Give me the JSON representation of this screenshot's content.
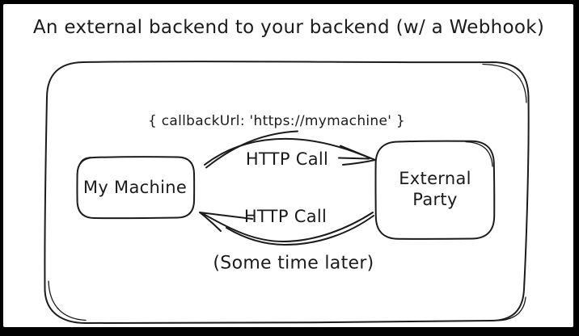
{
  "title": "An external backend to your backend (w/ a Webhook)",
  "colors": {
    "frame": "#000000",
    "paper": "#ffffff",
    "ink": "#1b1b1b"
  },
  "diagram": {
    "payload": "{ callbackUrl: 'https://mymachine' }",
    "nodes": [
      {
        "id": "my-machine",
        "label": "My Machine"
      },
      {
        "id": "external-party",
        "label": "External Party"
      }
    ],
    "edges": [
      {
        "from": "my-machine",
        "to": "external-party",
        "label": "HTTP Call",
        "direction": "right"
      },
      {
        "from": "external-party",
        "to": "my-machine",
        "label": "HTTP Call",
        "direction": "left"
      }
    ],
    "note": "(Some time later)"
  }
}
